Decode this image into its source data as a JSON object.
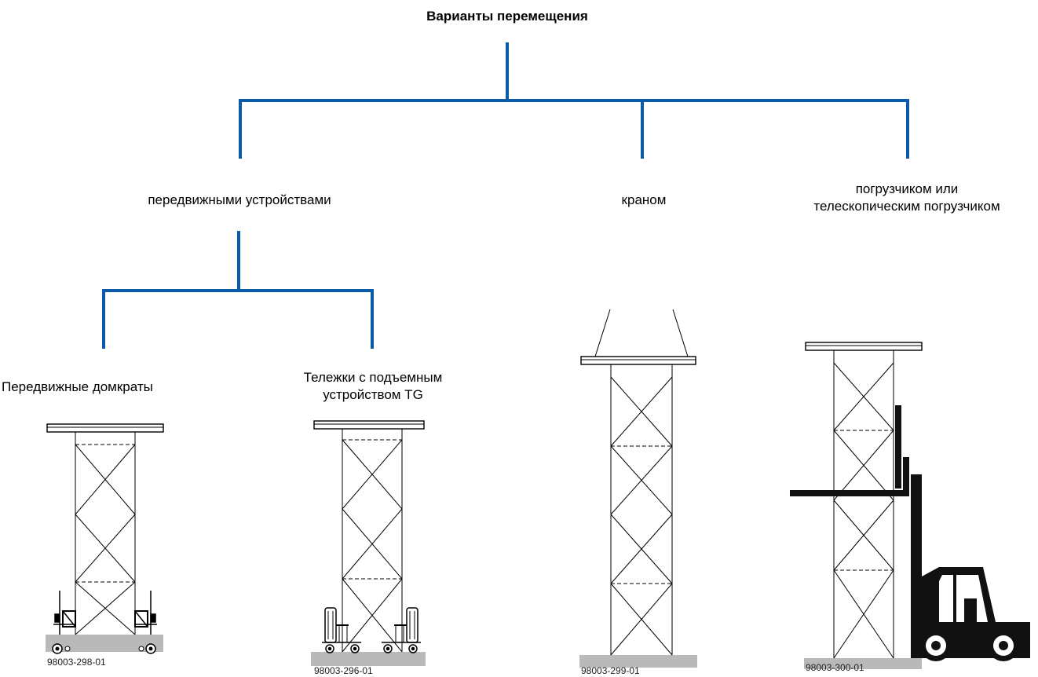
{
  "title": "Варианты перемещения",
  "branches": {
    "mobile": "передвижными устройствами",
    "crane": "краном",
    "forklift_line1": "погрузчиком или",
    "forklift_line2": "телескопическим погрузчиком"
  },
  "subbranches": {
    "jacks": "Передвижные домкраты",
    "trolley_line1": "Тележки с подъемным",
    "trolley_line2": "устройством TG"
  },
  "figure_codes": {
    "jacks": "98003-298-01",
    "trolley": "98003-296-01",
    "crane": "98003-299-01",
    "forklift": "98003-300-01"
  },
  "colors": {
    "tree_lines": "#0b5aa8",
    "ground": "#b9b9b9",
    "structure": "#000000"
  }
}
